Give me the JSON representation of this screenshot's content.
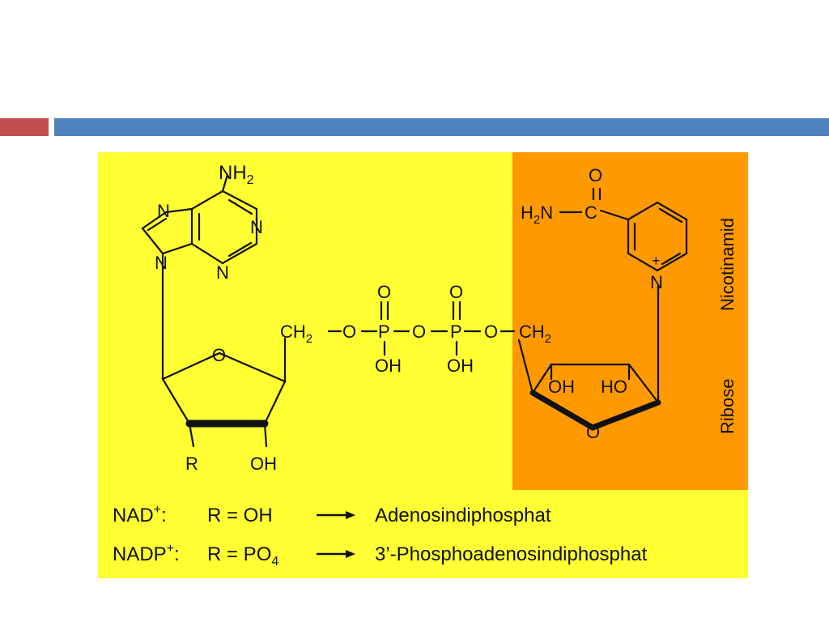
{
  "colors": {
    "red_bar": "#c0504d",
    "blue_bar": "#4f81bd",
    "panel_yellow": "#ffff33",
    "panel_orange": "#ff9900"
  },
  "molecule": {
    "adenine": {
      "nh2": "NH",
      "nh2_sub": "2",
      "n_labels": [
        "N",
        "N",
        "N",
        "N"
      ]
    },
    "ribose_left": {
      "ring_o": "O",
      "r": "R",
      "oh": "OH"
    },
    "bridge": {
      "ch2_left": "CH",
      "ch2_left_sub": "2",
      "o1": "O",
      "p1": "P",
      "o2": "O",
      "p2": "P",
      "o3": "O",
      "ch2_right": "CH",
      "ch2_right_sub": "2",
      "p1_top_o": "O",
      "p1_oh": "OH",
      "p2_top_o": "O",
      "p2_oh": "OH"
    },
    "nicotinamide": {
      "carbonyl_o": "O",
      "h2n": "H",
      "h2n_sub": "2",
      "h2n_rest": "N",
      "c": "C",
      "ring_n": "N",
      "plus": "+"
    },
    "ribose_right": {
      "oh": "OH",
      "ho": "HO",
      "ring_o": "O"
    },
    "side_labels": {
      "nicotinamid": "Nicotinamid",
      "ribose": "Ribose"
    }
  },
  "legend": [
    {
      "name": "NAD",
      "sup": "+",
      "colon": ":",
      "r": "R = OH",
      "result": "Adenosindiphosphat"
    },
    {
      "name": "NADP",
      "sup": "+",
      "colon": ":",
      "r": "R = PO",
      "r_sub": "4",
      "result": "3’-Phosphoadenosindiphosphat"
    }
  ]
}
